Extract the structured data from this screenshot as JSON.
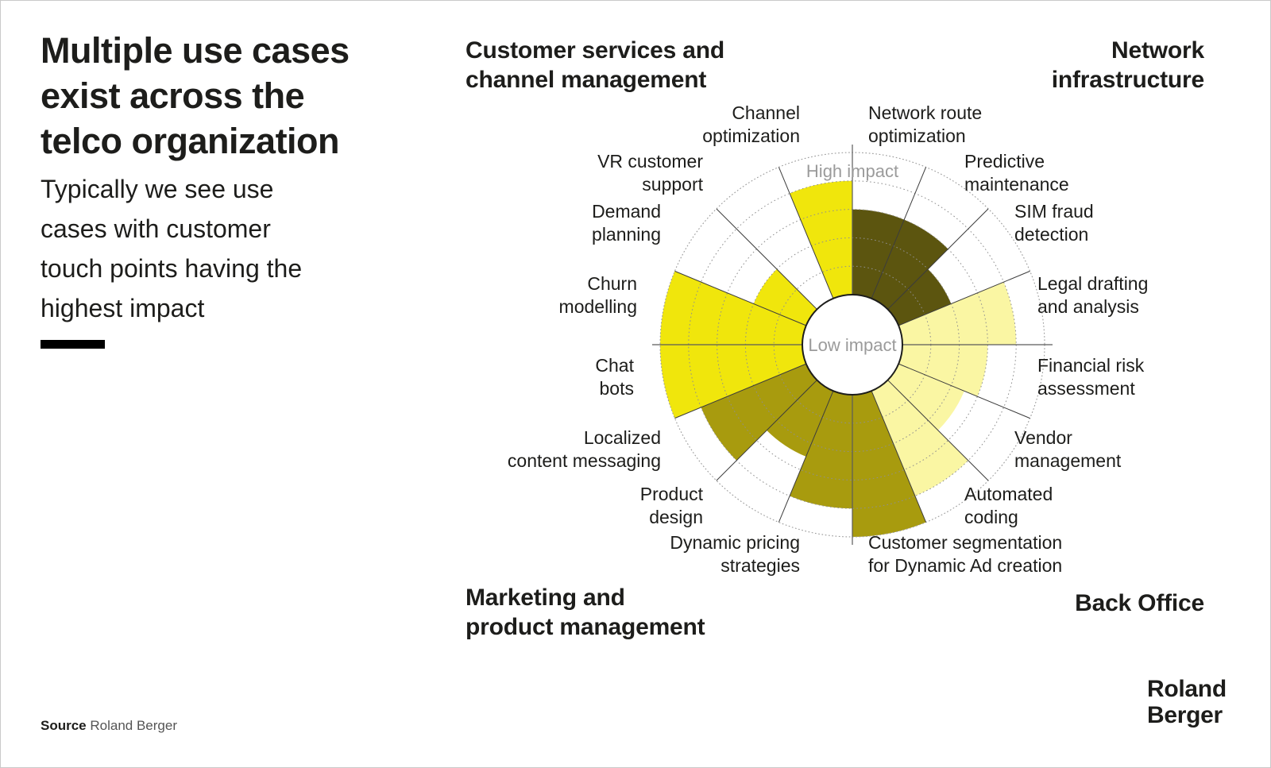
{
  "page": {
    "title": "Multiple use cases\nexist across the\ntelco organization",
    "subtitle": "Typically we see use\ncases with customer\ntouch points having the\nhighest impact",
    "source_label": "Source",
    "source_value": "Roland Berger",
    "logo": "Roland\nBerger"
  },
  "chart_data": {
    "type": "polar_rose",
    "rings": 5,
    "ring_scale": [
      "Low impact (center)",
      "High impact (outer edge)"
    ],
    "center_label": "Low impact",
    "outer_label": "High impact",
    "legend_note": "Sector fill length = impact level, 0-5 rings from center",
    "groups": [
      {
        "name": "Customer services and channel management",
        "header_label": "Customer services and\nchannel management",
        "color": "#F0E60C",
        "header_color": "#E3DF00",
        "position": "top-left"
      },
      {
        "name": "Network infrastructure",
        "header_label": "Network\ninfrastructure",
        "color": "#5C550F",
        "header_color": "#6B6414",
        "position": "top-right"
      },
      {
        "name": "Back Office",
        "header_label": "Back Office",
        "color": "#FAF6A3",
        "header_color": "#E3DF00",
        "position": "bottom-right"
      },
      {
        "name": "Marketing and product management",
        "header_label": "Marketing and\nproduct management",
        "color": "#A89B0E",
        "header_color": "#A89B00",
        "position": "bottom-left"
      }
    ],
    "sectors": [
      {
        "label": "Network route\noptimization",
        "value": 3,
        "group": 1
      },
      {
        "label": "Predictive\nmaintenance",
        "value": 3,
        "group": 1
      },
      {
        "label": "SIM fraud\ndetection",
        "value": 2,
        "group": 1
      },
      {
        "label": "Legal drafting\nand analysis",
        "value": 4,
        "group": 2
      },
      {
        "label": "Financial risk\nassessment",
        "value": 3,
        "group": 2
      },
      {
        "label": "Vendor\nmanagement",
        "value": 2.5,
        "group": 2
      },
      {
        "label": "Automated\ncoding",
        "value": 4,
        "group": 2
      },
      {
        "label": "Customer segmentation\nfor Dynamic Ad creation",
        "value": 5,
        "group": 3
      },
      {
        "label": "Dynamic pricing\nstrategies",
        "value": 4,
        "group": 3
      },
      {
        "label": "Product\ndesign",
        "value": 2.5,
        "group": 3
      },
      {
        "label": "Localized\ncontent messaging",
        "value": 4,
        "group": 3
      },
      {
        "label": "Chat\nbots",
        "value": 5,
        "group": 0
      },
      {
        "label": "Churn\nmodelling",
        "value": 5,
        "group": 0
      },
      {
        "label": "Demand\nplanning",
        "value": 2,
        "group": 0
      },
      {
        "label": "VR customer\nsupport",
        "value": 0,
        "group": 0
      },
      {
        "label": "Channel\noptimization",
        "value": 4,
        "group": 0
      }
    ]
  }
}
